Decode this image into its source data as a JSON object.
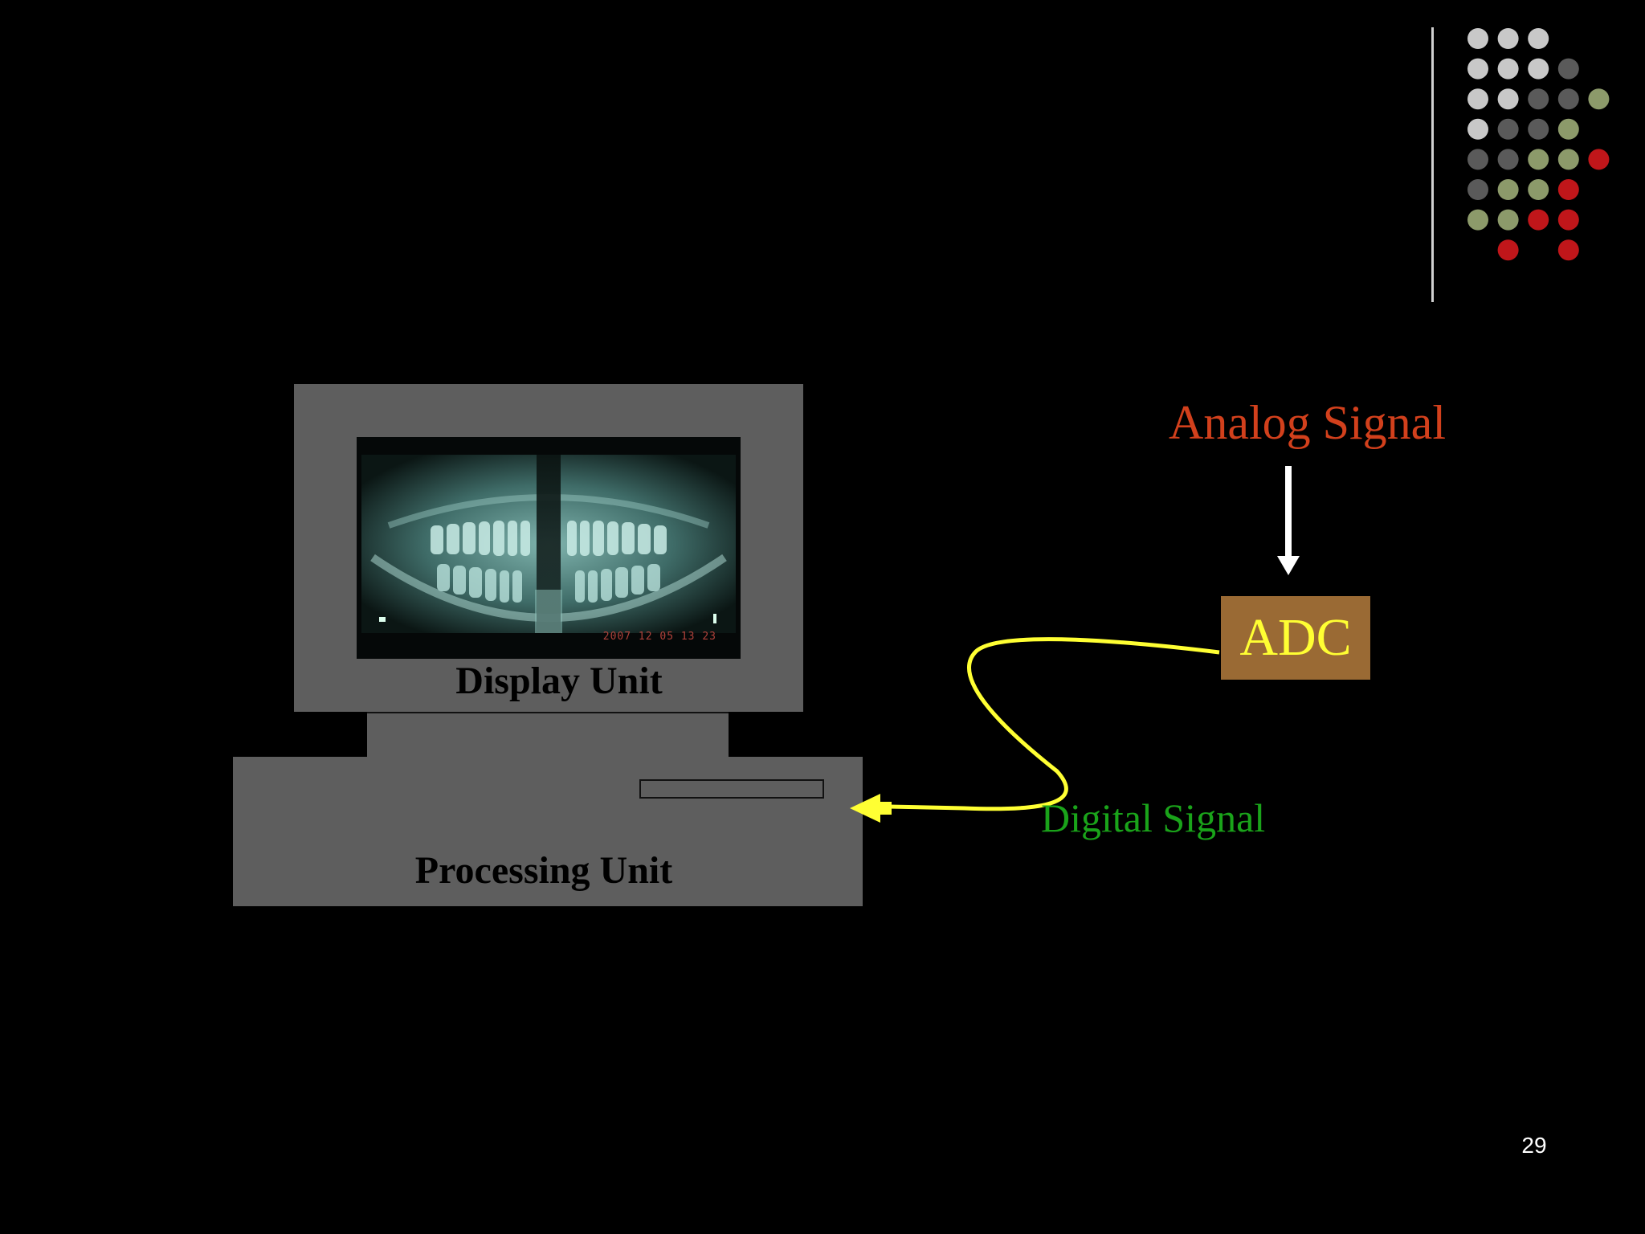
{
  "slide": {
    "page_number": "29"
  },
  "diagram": {
    "display_unit_label": "Display Unit",
    "processing_unit_label": "Processing Unit",
    "analog_signal_label": "Analog Signal",
    "adc_label": "ADC",
    "digital_signal_label": "Digital Signal",
    "screen_timestamp": "2007 12 05 13 23"
  },
  "colors": {
    "background": "#000000",
    "computer_body": "#5e5e5e",
    "analog_text": "#d2401c",
    "adc_fill": "#9a6a34",
    "adc_text": "#ffff33",
    "digital_text": "#1aa31a",
    "wire": "#ffff33",
    "arrow": "#ffffff"
  },
  "decoration": {
    "dot_colors": {
      "light": "#c8c8c8",
      "dark": "#5a5a5a",
      "olive": "#8c9a6a",
      "red": "#c0161a"
    }
  }
}
